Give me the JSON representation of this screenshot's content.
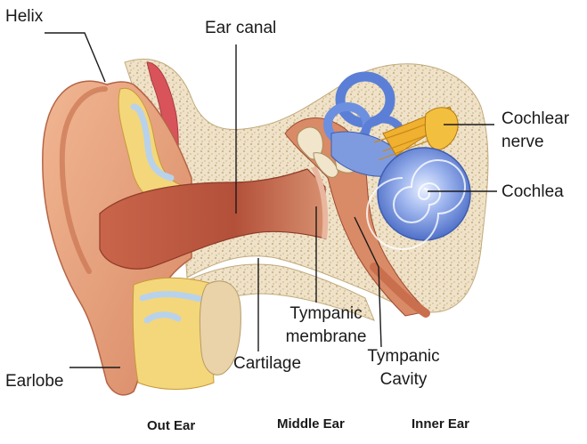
{
  "diagram": {
    "labels": {
      "helix": "Helix",
      "ear_canal": "Ear canal",
      "cochlear_nerve_line1": "Cochlear",
      "cochlear_nerve_line2": "nerve",
      "cochlea": "Cochlea",
      "tympanic_membrane_line1": "Tympanic",
      "tympanic_membrane_line2": "membrane",
      "tympanic_cavity_line1": "Tympanic",
      "tympanic_cavity_line2": "Cavity",
      "earlobe": "Earlobe",
      "cartilage": "Cartilage"
    },
    "regions": {
      "outer": "Out Ear",
      "middle": "Middle Ear",
      "inner": "Inner Ear"
    }
  },
  "colors": {
    "skin": "#e8a47f",
    "skin_dark": "#c96f4e",
    "canal": "#b5553c",
    "bone": "#efe2c8",
    "bone_dots": "#c9b48a",
    "cartilage_yellow": "#f4d77a",
    "fat": "#ead3a8",
    "inner_blue": "#5b7fd6",
    "inner_blue_light": "#a9c0ef",
    "nerve": "#f0b030",
    "muscle": "#d8545a"
  }
}
